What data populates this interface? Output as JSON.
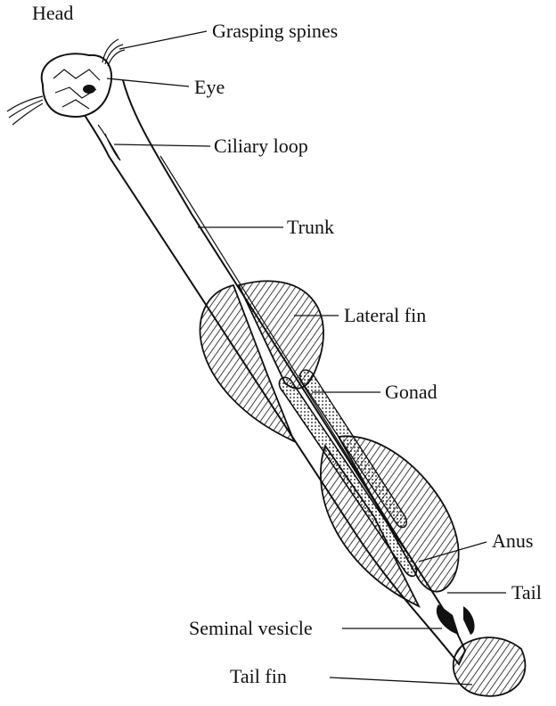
{
  "labels": {
    "head": "Head",
    "grasping_spines": "Grasping spines",
    "eye": "Eye",
    "ciliary_loop": "Ciliary loop",
    "trunk": "Trunk",
    "lateral_fin": "Lateral fin",
    "gonad": "Gonad",
    "anus": "Anus",
    "tail": "Tail",
    "seminal_vesicle": "Seminal vesicle",
    "tail_fin": "Tail fin"
  },
  "colors": {
    "ink": "#111111",
    "paper": "#ffffff"
  }
}
